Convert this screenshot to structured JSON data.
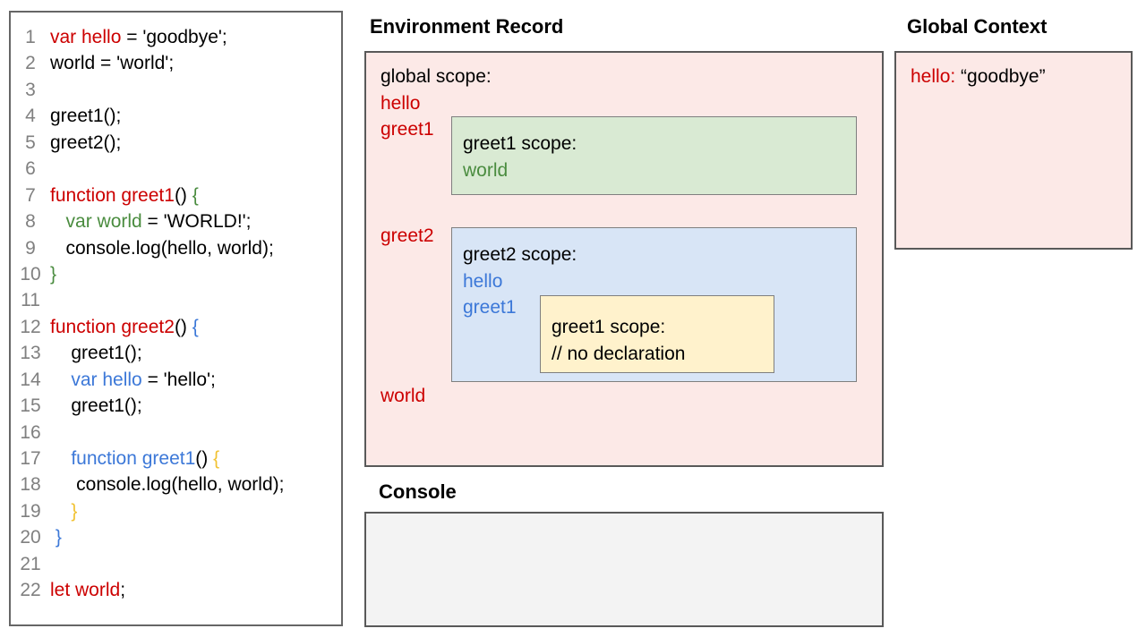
{
  "palette": {
    "red": "#cc0000",
    "green": "#4a8c3f",
    "blue": "#3c78d8",
    "orange": "#f1c232",
    "gray": "#808080",
    "black": "#000000",
    "pink-bg": "#fce9e7",
    "green-bg": "#d9ead3",
    "blue-bg": "#d8e5f6",
    "yellow-bg": "#fff2cc",
    "console-bg": "#f3f3f3"
  },
  "titles": {
    "environment_record": "Environment Record",
    "global_context": "Global Context",
    "console": "Console"
  },
  "code": {
    "lines": [
      {
        "num": "1",
        "seg": [
          {
            "t": "var hello",
            "c": "red"
          },
          {
            "t": " = 'goodbye';",
            "c": "black"
          }
        ]
      },
      {
        "num": "2",
        "seg": [
          {
            "t": "world = 'world';",
            "c": "black"
          }
        ]
      },
      {
        "num": "3",
        "seg": []
      },
      {
        "num": "4",
        "seg": [
          {
            "t": "greet1();",
            "c": "black"
          }
        ]
      },
      {
        "num": "5",
        "seg": [
          {
            "t": "greet2();",
            "c": "black"
          }
        ]
      },
      {
        "num": "6",
        "seg": []
      },
      {
        "num": "7",
        "seg": [
          {
            "t": "function greet1",
            "c": "red"
          },
          {
            "t": "() ",
            "c": "black"
          },
          {
            "t": "{",
            "c": "green"
          }
        ]
      },
      {
        "num": "8",
        "seg": [
          {
            "t": "   ",
            "c": "black"
          },
          {
            "t": "var world",
            "c": "green"
          },
          {
            "t": " = 'WORLD!';",
            "c": "black"
          }
        ]
      },
      {
        "num": "9",
        "seg": [
          {
            "t": "   console.log(hello, world);",
            "c": "black"
          }
        ]
      },
      {
        "num": "10",
        "seg": [
          {
            "t": "}",
            "c": "green"
          }
        ]
      },
      {
        "num": "11",
        "seg": []
      },
      {
        "num": "12",
        "seg": [
          {
            "t": "function greet2",
            "c": "red"
          },
          {
            "t": "() ",
            "c": "black"
          },
          {
            "t": "{",
            "c": "blue"
          }
        ]
      },
      {
        "num": "13",
        "seg": [
          {
            "t": "    greet1();",
            "c": "black"
          }
        ]
      },
      {
        "num": "14",
        "seg": [
          {
            "t": "    ",
            "c": "black"
          },
          {
            "t": "var hello",
            "c": "blue"
          },
          {
            "t": " = 'hello';",
            "c": "black"
          }
        ]
      },
      {
        "num": "15",
        "seg": [
          {
            "t": "    greet1();",
            "c": "black"
          }
        ]
      },
      {
        "num": "16",
        "seg": []
      },
      {
        "num": "17",
        "seg": [
          {
            "t": "    ",
            "c": "black"
          },
          {
            "t": "function greet1",
            "c": "blue"
          },
          {
            "t": "() ",
            "c": "black"
          },
          {
            "t": "{",
            "c": "orange"
          }
        ]
      },
      {
        "num": "18",
        "seg": [
          {
            "t": "     console.log(hello, world);",
            "c": "black"
          }
        ]
      },
      {
        "num": "19",
        "seg": [
          {
            "t": "    ",
            "c": "black"
          },
          {
            "t": "}",
            "c": "orange"
          }
        ]
      },
      {
        "num": "20",
        "seg": [
          {
            "t": " ",
            "c": "black"
          },
          {
            "t": "}",
            "c": "blue"
          }
        ]
      },
      {
        "num": "21",
        "seg": []
      },
      {
        "num": "22",
        "seg": [
          {
            "t": "let world",
            "c": "red"
          },
          {
            "t": ";",
            "c": "black"
          }
        ]
      }
    ]
  },
  "er": {
    "top_lines": [
      [
        {
          "t": "global scope:",
          "c": "black"
        }
      ],
      [
        {
          "t": "hello",
          "c": "red"
        }
      ],
      [
        {
          "t": "greet1",
          "c": "red"
        }
      ]
    ],
    "greet2_label": [
      [
        {
          "t": "greet2",
          "c": "red"
        }
      ]
    ],
    "world_label": [
      [
        {
          "t": "world",
          "c": "red"
        }
      ]
    ],
    "greet1_scope_lines": [
      [
        {
          "t": "greet1 scope:",
          "c": "black"
        }
      ],
      [
        {
          "t": "world",
          "c": "green"
        }
      ]
    ],
    "greet2_scope_lines": [
      [
        {
          "t": "greet2 scope:",
          "c": "black"
        }
      ],
      [
        {
          "t": "hello",
          "c": "blue"
        }
      ],
      [
        {
          "t": "greet1",
          "c": "blue"
        }
      ]
    ],
    "inner_greet1_scope_lines": [
      [
        {
          "t": "greet1 scope:",
          "c": "black"
        }
      ],
      [
        {
          "t": "// no declaration",
          "c": "black"
        }
      ]
    ]
  },
  "gc": {
    "lines": [
      [
        {
          "t": "hello:",
          "c": "red"
        },
        {
          "t": " “goodbye”",
          "c": "black"
        }
      ]
    ]
  }
}
